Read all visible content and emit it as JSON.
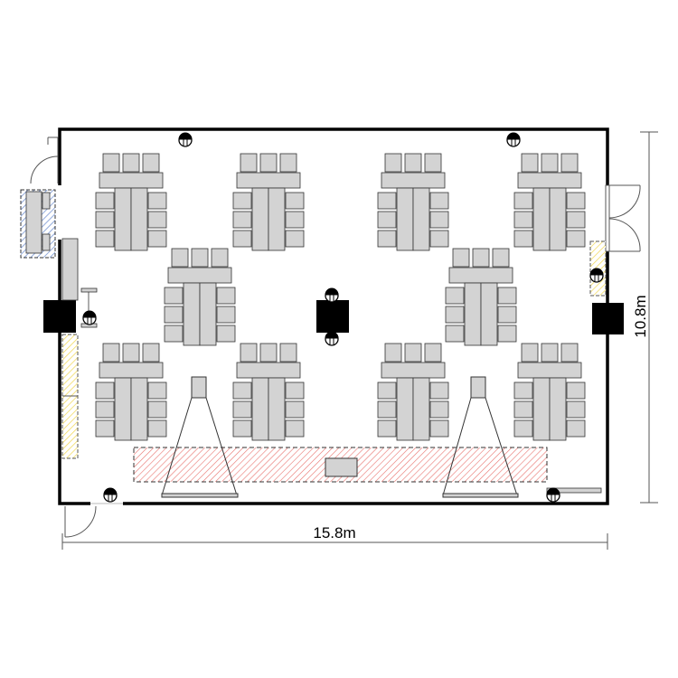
{
  "dimensions": {
    "width_label": "15.8m",
    "height_label": "10.8m"
  },
  "colors": {
    "wall": "#000000",
    "furniture": "#d3d3d3",
    "stage_hatch": "#e8736e",
    "storage_hatch": "#f2e27a",
    "counter_hatch": "#6f8fd0"
  },
  "table_groups": {
    "count": 10,
    "chairs_per_group": 9
  }
}
